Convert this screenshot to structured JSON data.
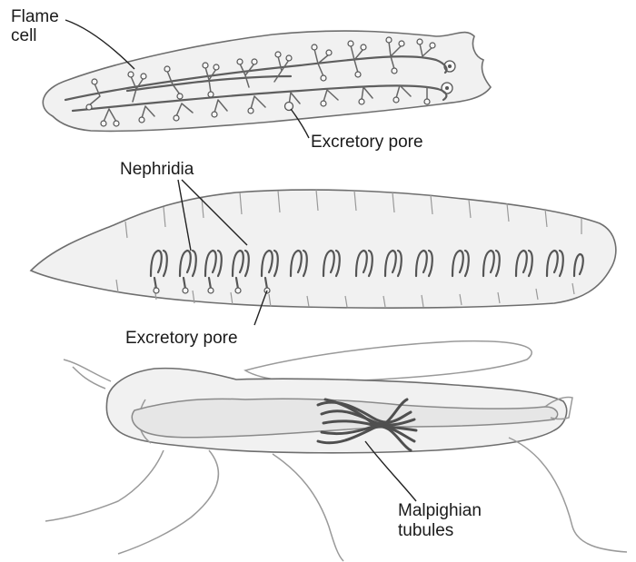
{
  "figure": {
    "panels": [
      {
        "organism": "planarian",
        "labels": {
          "flame_cell": [
            "Flame",
            "cell"
          ],
          "excretory_pore": "Excretory pore"
        }
      },
      {
        "organism": "earthworm",
        "labels": {
          "nephridia": "Nephridia",
          "excretory_pore": "Excretory pore"
        }
      },
      {
        "organism": "insect",
        "labels": {
          "malpighian_tubules": [
            "Malpighian",
            "tubules"
          ]
        }
      }
    ]
  }
}
